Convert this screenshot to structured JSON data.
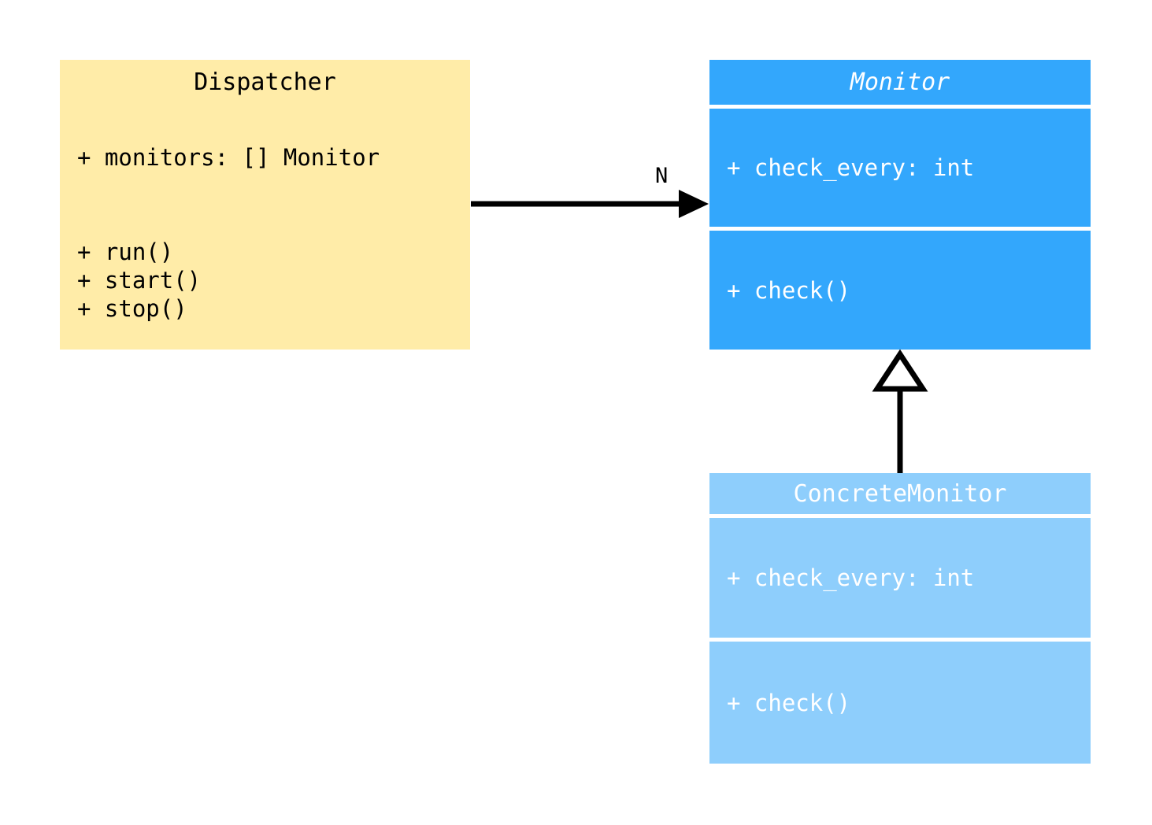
{
  "diagram": {
    "type": "uml-class-diagram",
    "background": "#ffffff",
    "classes": [
      {
        "id": "dispatcher",
        "name": "Dispatcher",
        "abstract": false,
        "fill": "#ffeca8",
        "text_color": "#000000",
        "attributes": [
          "+ monitors: [] Monitor"
        ],
        "methods": [
          "+ run()",
          "+ start()",
          "+ stop()"
        ]
      },
      {
        "id": "monitor",
        "name": "Monitor",
        "abstract": true,
        "fill": "#33a7fc",
        "text_color": "#ffffff",
        "attributes": [
          "+ check_every: int"
        ],
        "methods": [
          "+ check()"
        ]
      },
      {
        "id": "concretemonitor",
        "name": "ConcreteMonitor",
        "abstract": false,
        "fill": "#8ecefc",
        "text_color": "#ffffff",
        "attributes": [
          "+ check_every: int"
        ],
        "methods": [
          "+ check()"
        ]
      }
    ],
    "relationships": [
      {
        "id": "dispatcher-to-monitor",
        "kind": "association",
        "from": "Dispatcher",
        "to": "Monitor",
        "arrowhead": "solid-filled",
        "label": "N",
        "line_color": "#000000"
      },
      {
        "id": "concretemonitor-to-monitor",
        "kind": "generalization",
        "from": "ConcreteMonitor",
        "to": "Monitor",
        "arrowhead": "hollow-triangle",
        "label": "",
        "line_color": "#000000"
      }
    ]
  }
}
